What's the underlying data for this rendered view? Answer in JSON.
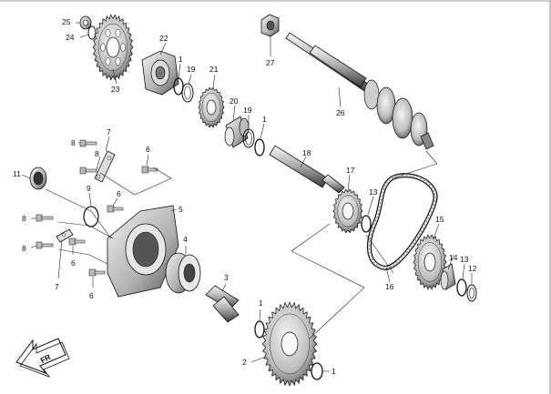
{
  "diagram": {
    "direction_label": "FR",
    "callouts": [
      {
        "id": "c25",
        "text": "25"
      },
      {
        "id": "c24",
        "text": "24"
      },
      {
        "id": "c23",
        "text": "23"
      },
      {
        "id": "c22",
        "text": "22"
      },
      {
        "id": "c1a",
        "text": "1"
      },
      {
        "id": "c19a",
        "text": "19"
      },
      {
        "id": "c21",
        "text": "21"
      },
      {
        "id": "c20",
        "text": "20"
      },
      {
        "id": "c19b",
        "text": "19"
      },
      {
        "id": "c1b",
        "text": "1"
      },
      {
        "id": "c27",
        "text": "27"
      },
      {
        "id": "c26",
        "text": "26"
      },
      {
        "id": "c18",
        "text": "18"
      },
      {
        "id": "c17",
        "text": "17"
      },
      {
        "id": "c13a",
        "text": "13"
      },
      {
        "id": "c15",
        "text": "15"
      },
      {
        "id": "c14",
        "text": "14"
      },
      {
        "id": "c13b",
        "text": "13"
      },
      {
        "id": "c12",
        "text": "12"
      },
      {
        "id": "c16",
        "text": "16"
      },
      {
        "id": "c7a",
        "text": "7"
      },
      {
        "id": "c8a",
        "text": "8"
      },
      {
        "id": "c8b",
        "text": "8"
      },
      {
        "id": "c6a",
        "text": "6"
      },
      {
        "id": "c11",
        "text": "11"
      },
      {
        "id": "c9",
        "text": "9"
      },
      {
        "id": "c6b",
        "text": "6"
      },
      {
        "id": "c5",
        "text": "5"
      },
      {
        "id": "c8c",
        "text": "8"
      },
      {
        "id": "c8d",
        "text": "8"
      },
      {
        "id": "c6c",
        "text": "6"
      },
      {
        "id": "c7b",
        "text": "7"
      },
      {
        "id": "c6d",
        "text": "6"
      },
      {
        "id": "c4",
        "text": "4"
      },
      {
        "id": "c3",
        "text": "3"
      },
      {
        "id": "c1c",
        "text": "1"
      },
      {
        "id": "c2",
        "text": "2"
      },
      {
        "id": "c1d",
        "text": "1"
      }
    ]
  }
}
